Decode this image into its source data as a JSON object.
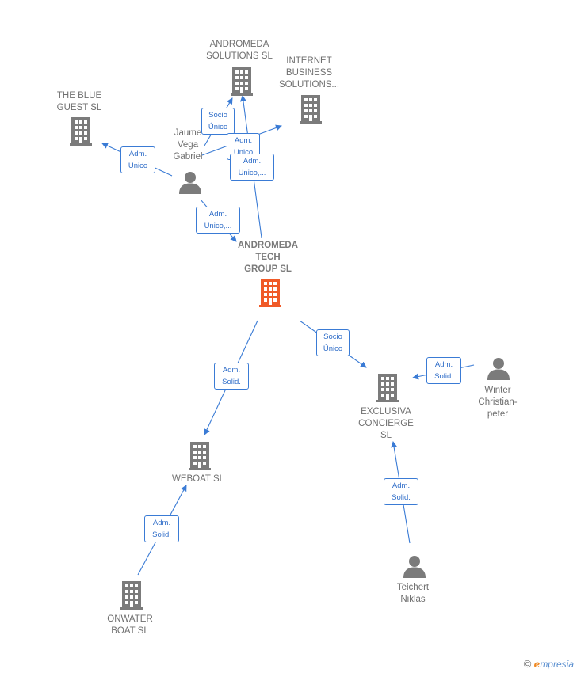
{
  "nodes": {
    "andromeda_solutions": "ANDROMEDA\nSOLUTIONS SL",
    "internet_business": "INTERNET\nBUSINESS\nSOLUTIONS...",
    "blue_guest": "THE BLUE\nGUEST  SL",
    "jaume": "Jaume\nVega\nGabriel",
    "andromeda_tech": "ANDROMEDA\nTECH\nGROUP  SL",
    "exclusiva": "EXCLUSIVA\nCONCIERGE\nSL",
    "winter": "Winter\nChristian-\npeter",
    "weboat": "WEBOAT  SL",
    "onwater": "ONWATER\nBOAT  SL",
    "teichert": "Teichert\nNiklas"
  },
  "relations": {
    "socio_unico_1": "Socio\nÚnico",
    "adm_unico_1": "Adm.\nUnico",
    "adm_unico_2": "Adm.\nUnico,...",
    "adm_unico_blue": "Adm.\nUnico",
    "adm_unico_tech": "Adm.\nUnico,...",
    "socio_unico_2": "Socio\nÚnico",
    "adm_solid_weboat": "Adm.\nSolid.",
    "adm_solid_winter": "Adm.\nSolid.",
    "adm_solid_onwater": "Adm.\nSolid.",
    "adm_solid_teichert": "Adm.\nSolid."
  },
  "colors": {
    "line": "#3a7bd5",
    "building": "#7b7b7b",
    "building_main": "#f05a28",
    "person": "#7b7b7b"
  },
  "footer": {
    "copyright": "©",
    "brand_initial": "e",
    "brand_rest": "mpresia"
  }
}
